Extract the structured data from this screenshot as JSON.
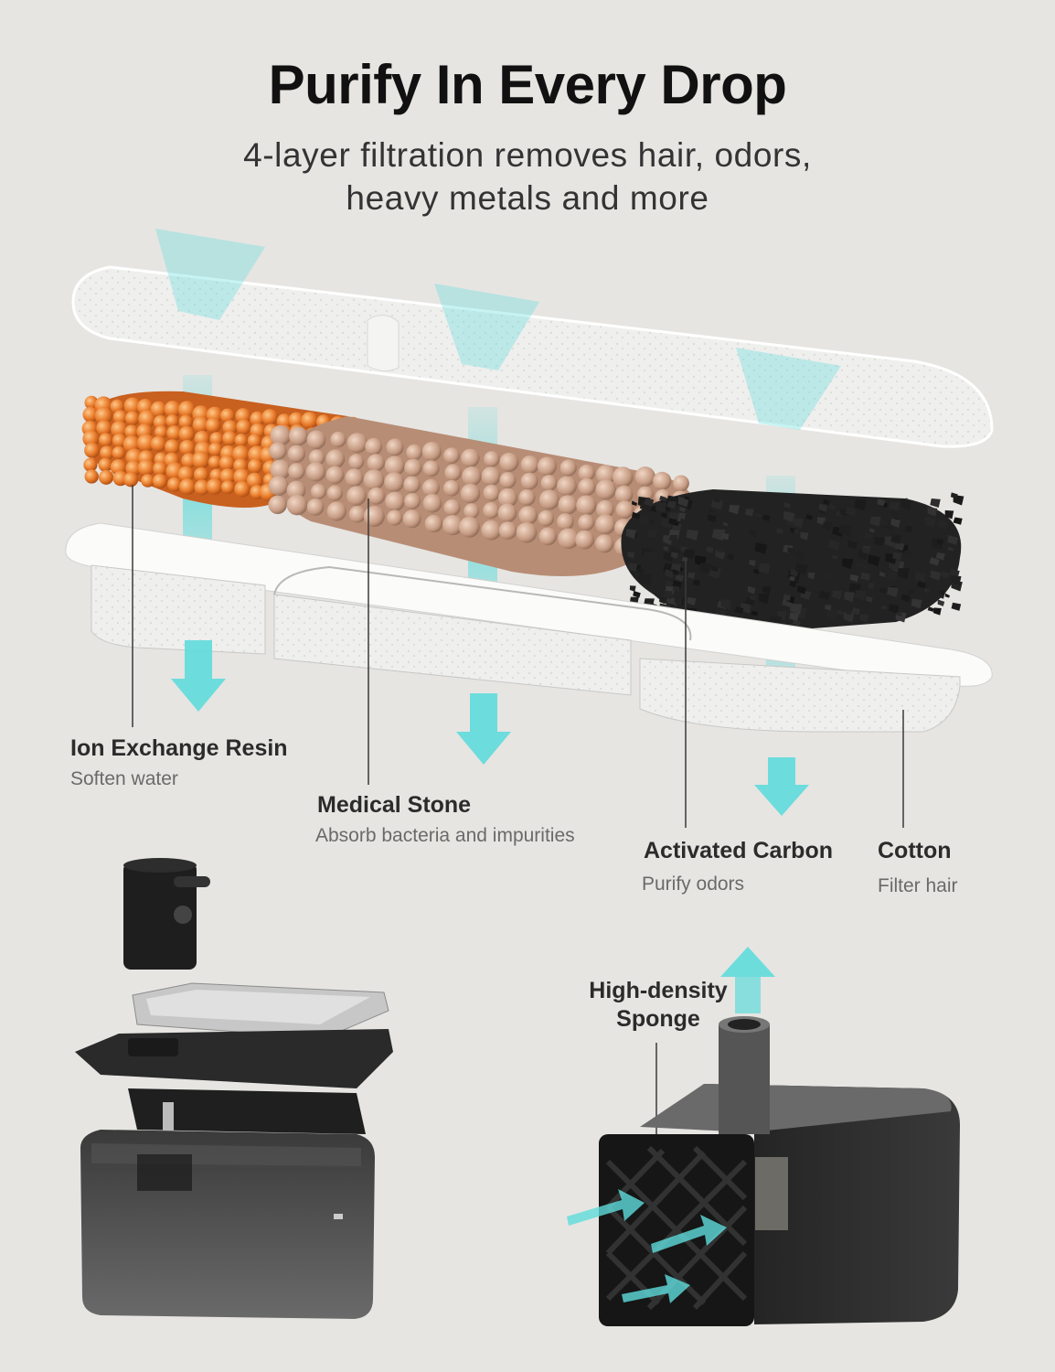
{
  "header": {
    "title": "Purify In Every Drop",
    "subtitle_line1": "4-layer filtration removes hair, odors,",
    "subtitle_line2": "heavy metals and more"
  },
  "layers": [
    {
      "name": "Ion Exchange Resin",
      "description": "Soften water"
    },
    {
      "name": "Medical Stone",
      "description": "Absorb bacteria and impurities"
    },
    {
      "name": "Activated Carbon",
      "description": "Purify odors"
    },
    {
      "name": "Cotton",
      "description": "Filter hair"
    }
  ],
  "sponge": {
    "label_line1": "High-density",
    "label_line2": "Sponge"
  },
  "colors": {
    "background": "#e6e5e2",
    "water_accent": "#5fdcdc",
    "resin": "#e67a2a",
    "stone": "#c79d86",
    "carbon": "#1c1c1c"
  }
}
